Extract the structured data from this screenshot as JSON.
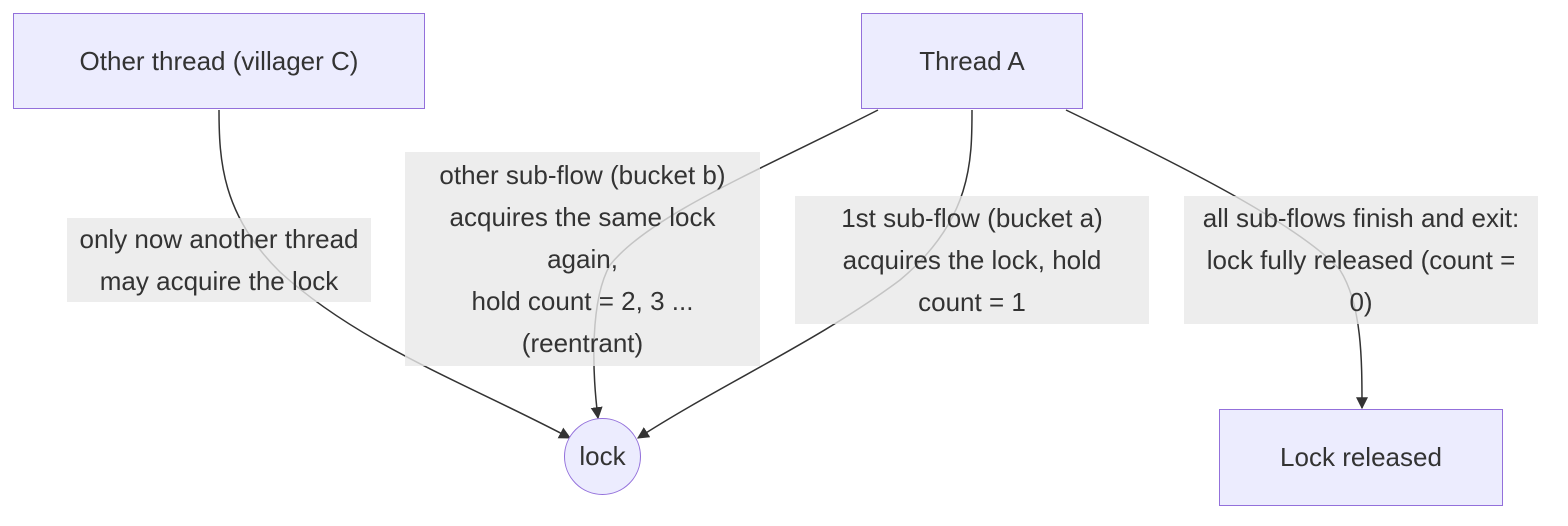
{
  "colors": {
    "node_fill": "#ececfe",
    "node_border": "#9370db",
    "edge": "#333333",
    "label_bg": "#e8e8e8",
    "text": "#333333"
  },
  "nodes": {
    "other_thread": "Other thread (villager C)",
    "thread_a": "Thread A",
    "lock": "lock",
    "lock_released": "Lock released"
  },
  "edges": {
    "other_thread_to_lock": [
      "only now another thread",
      "may acquire the lock"
    ],
    "thread_a_to_lock_other": [
      "other sub-flow (bucket b)",
      "acquires the same lock",
      "again,",
      "hold count = 2, 3 ...",
      "(reentrant)"
    ],
    "thread_a_to_lock_first": [
      "1st sub-flow (bucket a)",
      "acquires the lock, hold",
      "count = 1"
    ],
    "thread_a_to_released": [
      "all sub-flows finish and exit:",
      "lock fully released (count =",
      "0)"
    ]
  }
}
